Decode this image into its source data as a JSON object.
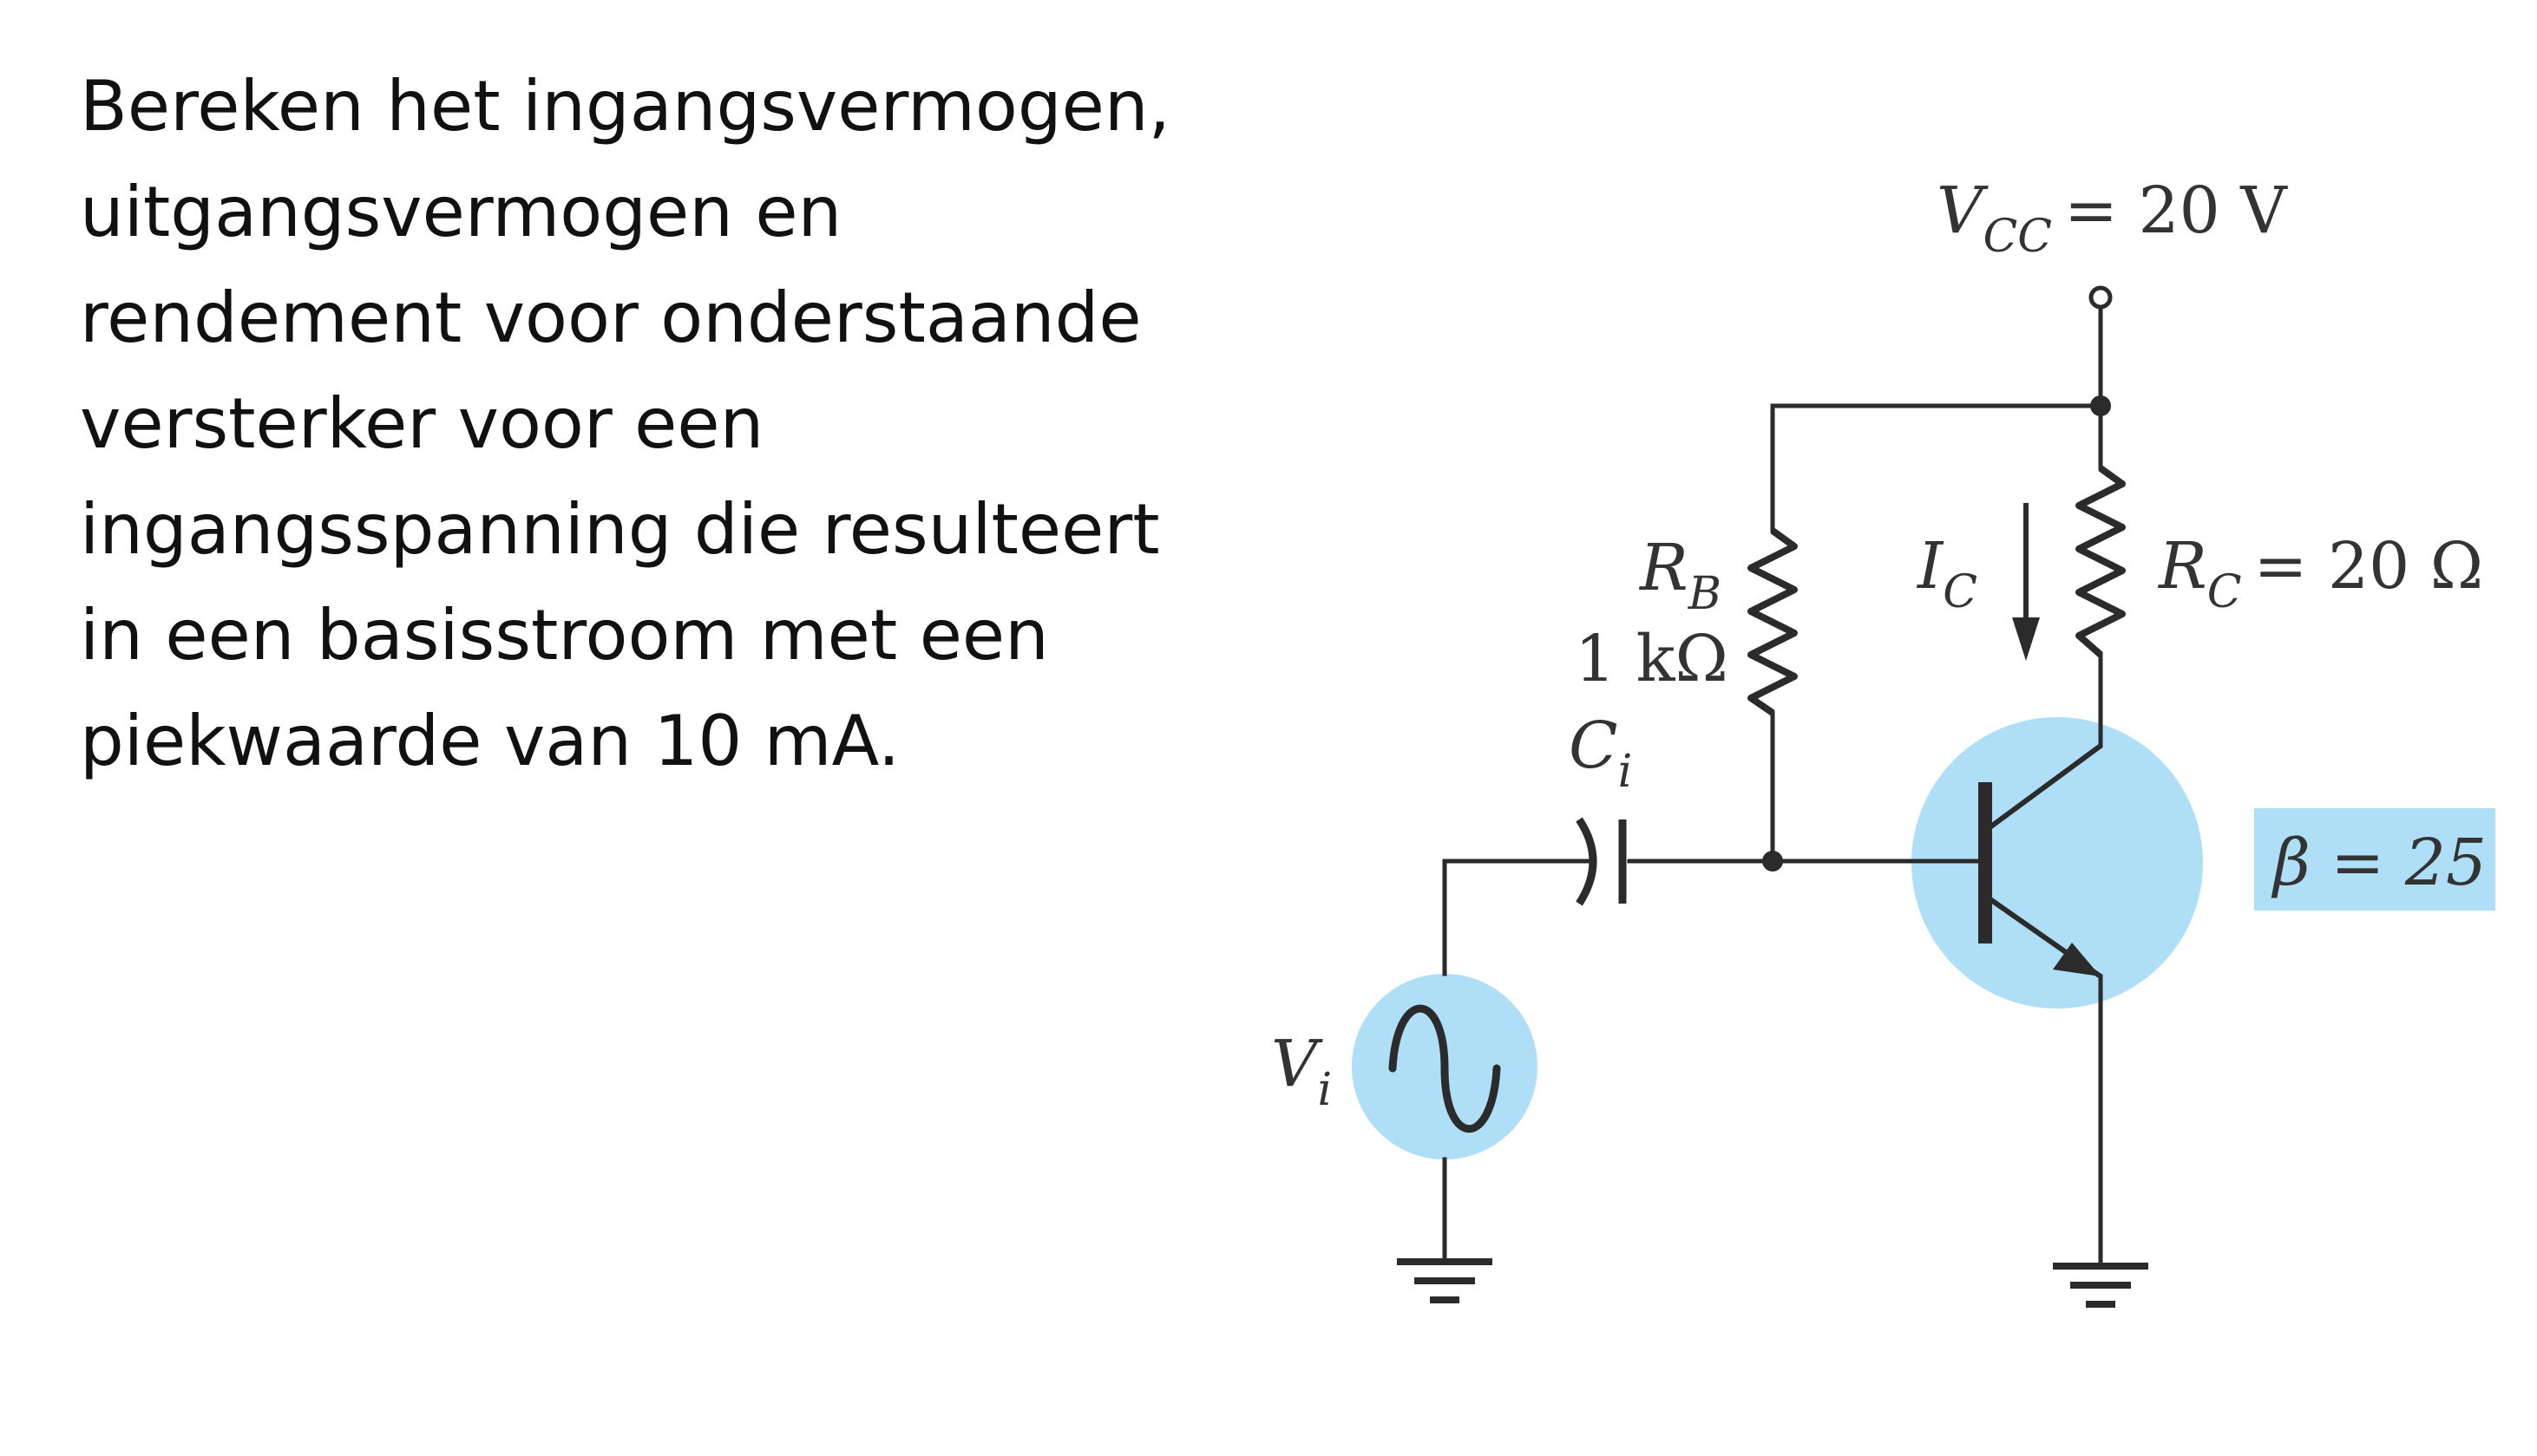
{
  "question": {
    "lines": [
      "Bereken het ingangsvermogen,",
      "uitgangsvermogen en",
      "rendement voor onderstaande",
      "versterker voor een",
      "ingangsspanning die resulteert",
      "in een basisstroom met een",
      "piekwaarde van 10 mA."
    ]
  },
  "circuit": {
    "vcc": {
      "symbol": "V",
      "sub": "CC",
      "value": "= 20 V"
    },
    "rb": {
      "symbol": "R",
      "sub": "B",
      "value": "1 kΩ"
    },
    "rc": {
      "symbol": "R",
      "sub": "C",
      "value": "= 20 Ω"
    },
    "ic": {
      "symbol": "I",
      "sub": "C"
    },
    "ci": {
      "symbol": "C",
      "sub": "i"
    },
    "vi": {
      "symbol": "V",
      "sub": "i"
    },
    "beta": {
      "text": "β = 25"
    }
  },
  "colors": {
    "highlight": "#aedff7",
    "wire": "#2b2b2b",
    "text": "#111111"
  }
}
